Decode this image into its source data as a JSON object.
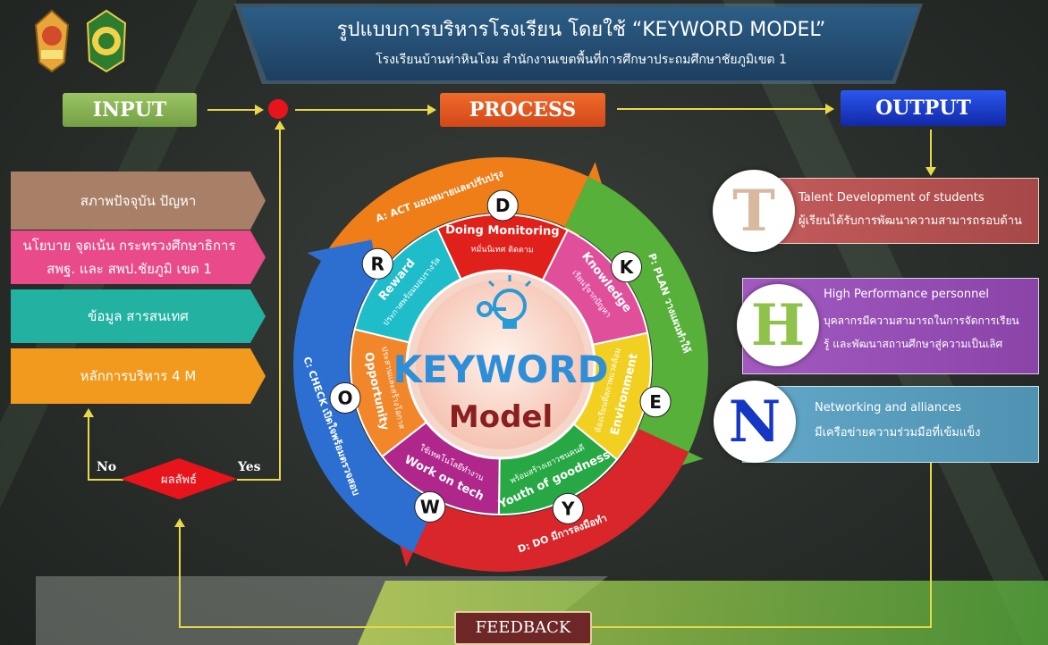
{
  "header": {
    "title": "รูปแบบการบริหารโรงเรียน โดยใช้ “KEYWORD  MODEL”",
    "subtitle": "โรงเรียนบ้านท่าหินโงม สำนักงานเขตพื้นที่การศึกษาประถมศึกษาชัยภูมิเขต 1"
  },
  "stages": {
    "input": "INPUT",
    "process": "PROCESS",
    "output": "OUTPUT",
    "feedback": "FEEDBACK"
  },
  "inputs": [
    "สภาพปัจจุบัน ปัญหา",
    "นโยบาย จุดเน้น กระทรวงศึกษาธิการ สพฐ. และ สพป.ชัยภูมิ เขต 1",
    "ข้อมูล สารสนเทศ",
    "หลักการบริหาร 4 M"
  ],
  "decision": {
    "label": "ผลลัพธ์",
    "no": "No",
    "yes": "Yes"
  },
  "center": {
    "line1": "KEYWORD",
    "line2": "Model"
  },
  "outer_ring": {
    "act": "A: ACT มอบหมายและปรับปรุง",
    "plan": "P: PLAN วางแผนทำให้",
    "do": "D: DO มีการลงมือทำ",
    "check": "C: CHECK เปิดใจพร้อมตรวจสอบ"
  },
  "segments": [
    {
      "letter": "D",
      "title": "Doing Monitoring",
      "desc": "หมั่นนิเทศ ติดตาม",
      "color": "#e0201b"
    },
    {
      "letter": "K",
      "title": "Knowledge",
      "desc": "เรียนรู้จากปัญหา",
      "color": "#e0509a"
    },
    {
      "letter": "E",
      "title": "Environment",
      "desc": "ห้องเรียนที่สภาพแวดล้อม",
      "color": "#f2d022"
    },
    {
      "letter": "Y",
      "title": "Youth of goodness",
      "desc": "พร้อมสร้างเยาวชนคนดี",
      "color": "#27a844"
    },
    {
      "letter": "W",
      "title": "Work on tech",
      "desc": "ใช้เทคโนโลยีทำงาน",
      "color": "#b0278c"
    },
    {
      "letter": "O",
      "title": "Opportunity",
      "desc": "ประสานและสร้างโอกาส",
      "color": "#f1862a"
    },
    {
      "letter": "R",
      "title": "Reward",
      "desc": "ประกาศพร้อมมอบรางวัล",
      "color": "#1fbcc9"
    }
  ],
  "outputs": [
    {
      "letter": "T",
      "title": "Talent Development of students",
      "desc": "ผู้เรียนได้รับการพัฒนาความสามารถรอบด้าน",
      "color": "#bb5a5b",
      "letter_color": "#d9b8a0"
    },
    {
      "letter": "H",
      "title": "High Performance  personnel",
      "desc": "บุคลากรมีความสามารถในการจัดการเรียนรู้ และพัฒนาสถานศึกษาสู่ความเป็นเลิศ",
      "color": "#9a53b5",
      "letter_color": "#8fc24a"
    },
    {
      "letter": "N",
      "title": "Networking and alliances",
      "desc": "มีเครือข่ายความร่วมมือที่เข้มแข็ง",
      "color": "#5a9fbf",
      "letter_color": "#1537c4"
    }
  ],
  "colors": {
    "input_btn": "#86b153",
    "process_btn": "#e8571e",
    "output_btn": "#1a3fd6",
    "feedback_btn": "#7a2c2c",
    "arrow": "#e8d94a",
    "decision": "#e8141c",
    "input_box_1": "#b08a70",
    "input_box_2": "#e84a8a",
    "input_box_3": "#26b5a5",
    "input_box_4": "#f29a1e"
  }
}
